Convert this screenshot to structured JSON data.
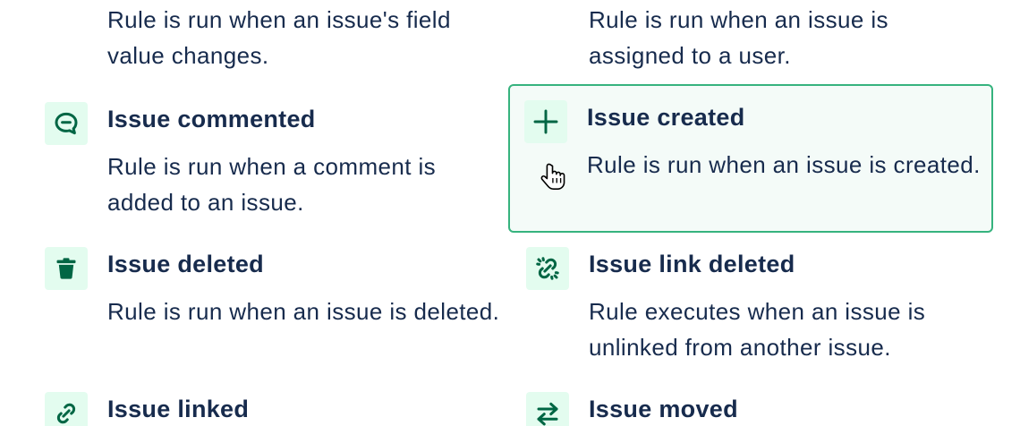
{
  "triggers": [
    {
      "title": "",
      "description": "Rule is run when an issue's field value changes.",
      "icon": "none"
    },
    {
      "title": "",
      "description": "Rule is run when an issue is assigned to a user.",
      "icon": "none"
    },
    {
      "title": "Issue commented",
      "description": "Rule is run when a comment is added to an issue.",
      "icon": "comment-icon"
    },
    {
      "title": "Issue created",
      "description": "Rule is run when an issue is created.",
      "icon": "plus-icon",
      "selected": true
    },
    {
      "title": "Issue deleted",
      "description": "Rule is run when an issue is deleted.",
      "icon": "trash-icon"
    },
    {
      "title": "Issue link deleted",
      "description": "Rule executes when an issue is unlinked from another issue.",
      "icon": "unlink-icon"
    },
    {
      "title": "Issue linked",
      "description": "",
      "icon": "link-icon"
    },
    {
      "title": "Issue moved",
      "description": "",
      "icon": "arrows-swap-icon"
    }
  ],
  "colors": {
    "icon_bg": "#e3fcef",
    "icon_fg": "#006644",
    "selected_border": "#36b37e",
    "selected_bg": "#f4fbf8",
    "text": "#172b4d"
  }
}
